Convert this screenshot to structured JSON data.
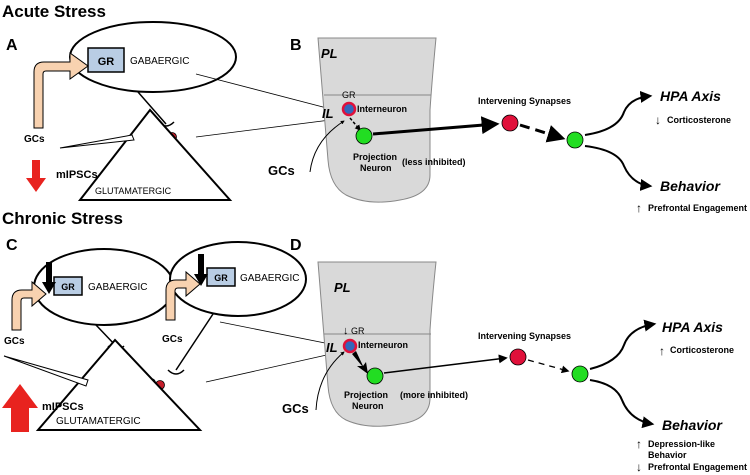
{
  "acute": {
    "heading": "Acute Stress",
    "panel_a": {
      "letter": "A",
      "gr": "GR",
      "gabaergic": "GABAERGIC",
      "gcs": "GCs",
      "mipscs": "mIPSCs",
      "glutamatergic": "GLUTAMATERGIC"
    },
    "panel_b": {
      "letter": "B",
      "pl": "PL",
      "il": "IL",
      "gr": "GR",
      "interneuron": "Interneuron",
      "gcs": "GCs",
      "projection_line1": "Projection",
      "projection_line2": "Neuron",
      "inhibition_note": "(less inhibited)",
      "intervening": "Intervening Synapses",
      "hpa_axis": "HPA Axis",
      "corticosterone": "Corticosterone",
      "behavior": "Behavior",
      "prefrontal": "Prefrontal Engagement"
    }
  },
  "chronic": {
    "heading": "Chronic Stress",
    "panel_c": {
      "letter": "C",
      "gr_left": "GR",
      "gabaergic_left": "GABAERGIC",
      "gr_right": "GR",
      "gabaergic_right": "GABAERGIC",
      "gcs_left": "GCs",
      "gcs_right": "GCs",
      "mipscs": "mIPSCs",
      "glutamatergic": "GLUTAMATERGIC"
    },
    "panel_d": {
      "letter": "D",
      "pl": "PL",
      "il": "IL",
      "gr": "GR",
      "interneuron": "Interneuron",
      "gcs": "GCs",
      "projection_line1": "Projection",
      "projection_line2": "Neuron",
      "inhibition_note": "(more inhibited)",
      "intervening": "Intervening Synapses",
      "hpa_axis": "HPA Axis",
      "corticosterone": "Corticosterone",
      "behavior": "Behavior",
      "depression_line1": "Depression-like",
      "depression_line2": "Behavior",
      "prefrontal": "Prefrontal Engagement"
    }
  },
  "colors": {
    "gr_box": "#b9cde4",
    "gcs_arrow": "#f8d2b0",
    "red_arrow": "#e8231f",
    "red_vesicle": "#c41e2a",
    "pfc_region": "#d9d9d9",
    "projection_neuron": "#22dd22",
    "relay_neuron": "#e0103a",
    "interneuron_fill": "#3366bb"
  }
}
